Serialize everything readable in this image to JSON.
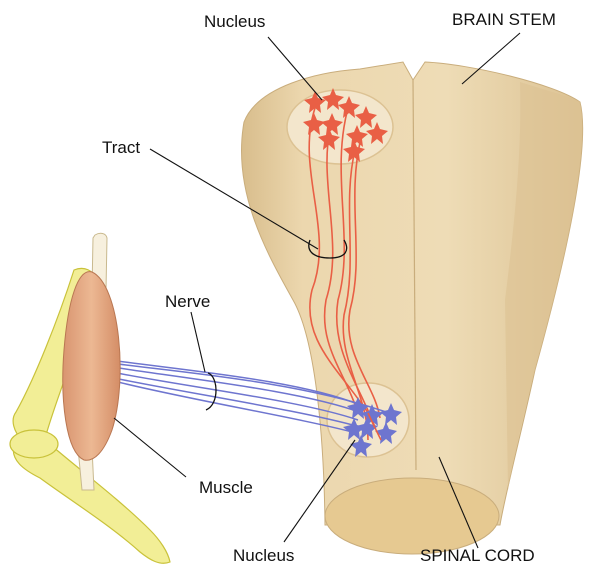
{
  "labels": {
    "nucleus_top": "Nucleus",
    "brain_stem": "BRAIN STEM",
    "tract": "Tract",
    "nerve": "Nerve",
    "muscle": "Muscle",
    "nucleus_bottom": "Nucleus",
    "spinal_cord": "SPINAL CORD"
  },
  "colors": {
    "brain_stem_fill": "#ecd7ae",
    "brain_stem_shade": "#dcc293",
    "nucleus_disc": "#f3e6cc",
    "upper_neurons": "#e95f45",
    "lower_neurons": "#6e75cf",
    "muscle": "#e5a882",
    "bone": "#f2ee96",
    "bone_outline": "#c9c23a"
  }
}
